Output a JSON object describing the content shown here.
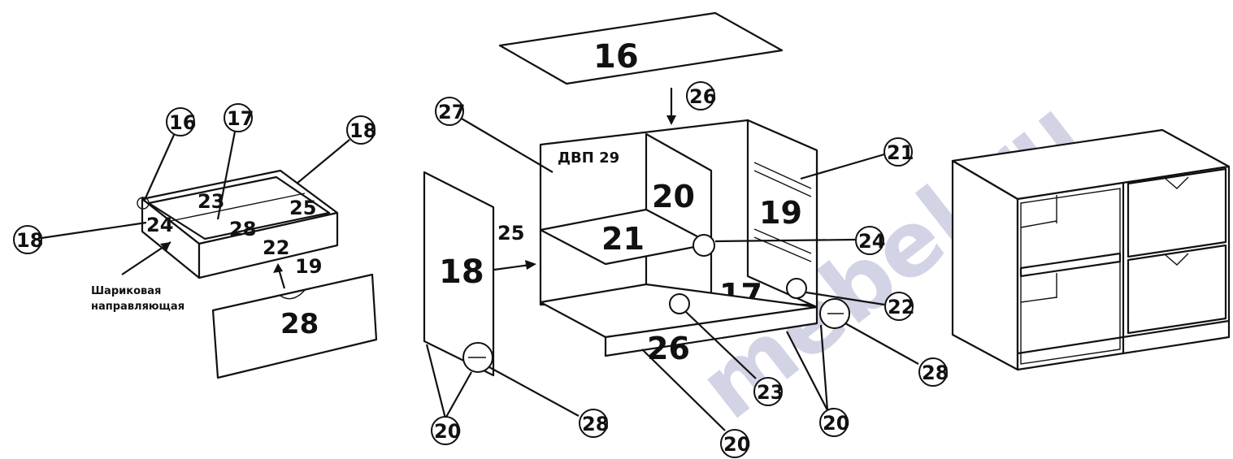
{
  "watermark": "mebel.ru",
  "drawer": {
    "labels": [
      "16",
      "17",
      "18",
      "18",
      "19",
      "22",
      "23",
      "24",
      "25",
      "28"
    ],
    "note_line1": "Шариковая",
    "note_line2": "направляющая"
  },
  "carcass": {
    "top_panel": "16",
    "arrow_top": "26",
    "back_panel_callout": "27",
    "back_panel_text": "ДВП 29",
    "side_left": "18",
    "shelf_left": "21",
    "partition": "20",
    "right_inner": "19",
    "bottom_shelf": "17",
    "base_strip": "26",
    "callout_25": "25",
    "callout_21": "21",
    "callout_24": "24",
    "callout_22": "22",
    "callout_28_right": "28",
    "callout_28_left": "28",
    "callout_23": "23",
    "callout_20_left": "20",
    "callout_20_mid": "20",
    "callout_20_right": "20"
  },
  "colors": {
    "line": "#111111",
    "watermark": "#d3d3e6"
  }
}
